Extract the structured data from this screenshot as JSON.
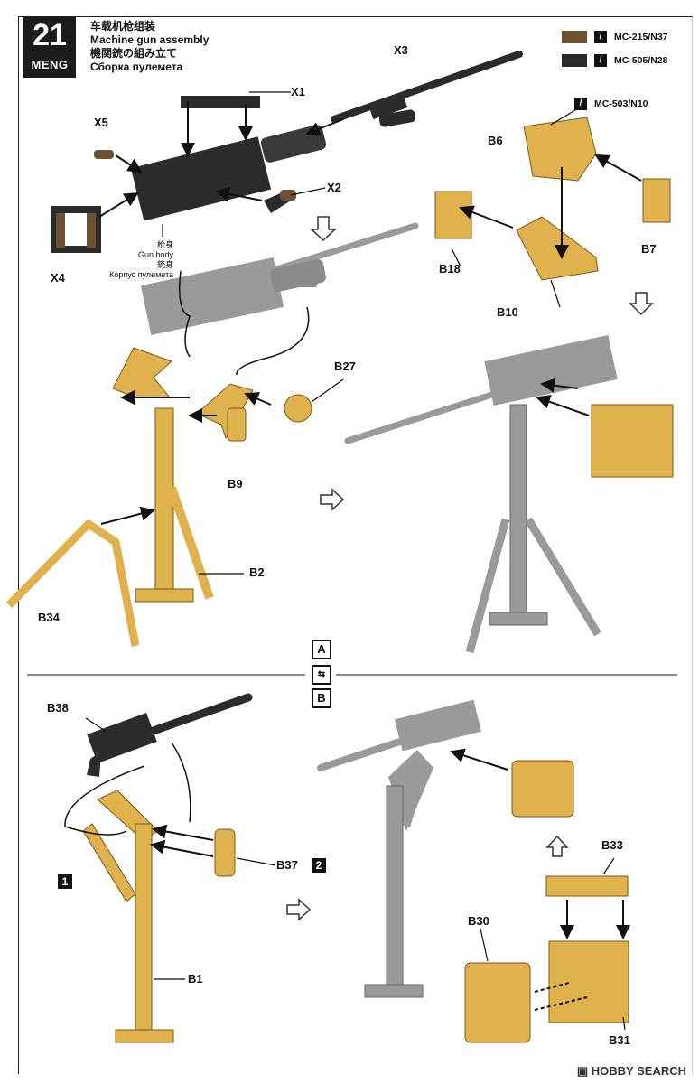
{
  "step": {
    "number": "21",
    "brand": "MENG"
  },
  "titles": {
    "zh": "车载机枪组装",
    "en": "Machine gun assembly",
    "ja": "機関銃の組み立て",
    "ru": "Сборка пулемета"
  },
  "paints": [
    {
      "code": "MC-215/N37",
      "color": "#6b5232"
    },
    {
      "code": "MC-505/N28",
      "color": "#2a2a2a"
    }
  ],
  "paint_b6": {
    "code": "MC-503/N10",
    "color": "#e3b24a"
  },
  "gun_body_caption": {
    "zh": "枪身",
    "en": "Gun body",
    "ja": "銃身",
    "ru": "Корпус пулемета"
  },
  "parts": {
    "x1": "X1",
    "x2": "X2",
    "x3": "X3",
    "x4": "X4",
    "x5": "X5",
    "b6": "B6",
    "b7": "B7",
    "b18": "B18",
    "b10": "B10",
    "b27": "B27",
    "b9": "B9",
    "b2": "B2",
    "b34": "B34",
    "b38": "B38",
    "b37": "B37",
    "b1": "B1",
    "b33": "B33",
    "b30": "B30",
    "b31": "B31"
  },
  "options": {
    "a": "A",
    "b": "B"
  },
  "badges": {
    "one": "1",
    "two": "2"
  },
  "watermark": "HOBBY SEARCH",
  "colors": {
    "black_part": "#2b2b2b",
    "grey_part": "#9a9a9a",
    "tan_part": "#e0b24e",
    "brown_part": "#6b5232"
  }
}
